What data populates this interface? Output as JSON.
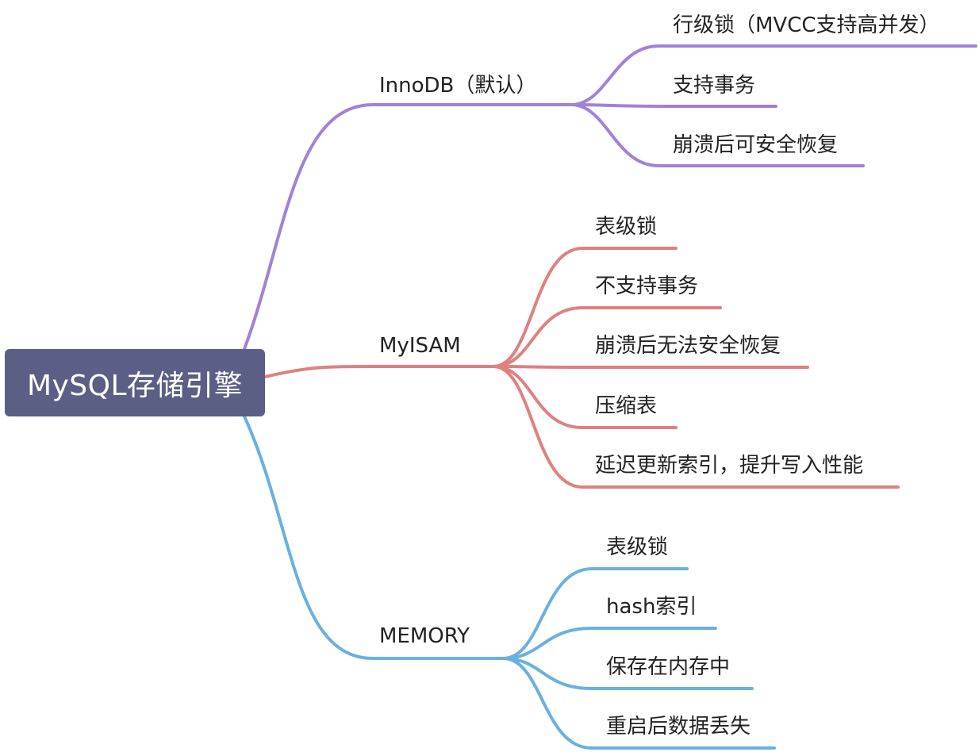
{
  "root": {
    "label": "MySQL存储引擎"
  },
  "colors": {
    "innodb": "#a281d9",
    "myisam": "#e08080",
    "memory": "#6ab0e0",
    "root_bg": "#5b5f85"
  },
  "branches": [
    {
      "label": "InnoDB（默认）",
      "children": [
        "行级锁（MVCC支持高并发）",
        "支持事务",
        "崩溃后可安全恢复"
      ]
    },
    {
      "label": "MyISAM",
      "children": [
        "表级锁",
        "不支持事务",
        "崩溃后无法安全恢复",
        "压缩表",
        "延迟更新索引，提升写入性能"
      ]
    },
    {
      "label": "MEMORY",
      "children": [
        "表级锁",
        "hash索引",
        "保存在内存中",
        "重启后数据丢失"
      ]
    }
  ]
}
